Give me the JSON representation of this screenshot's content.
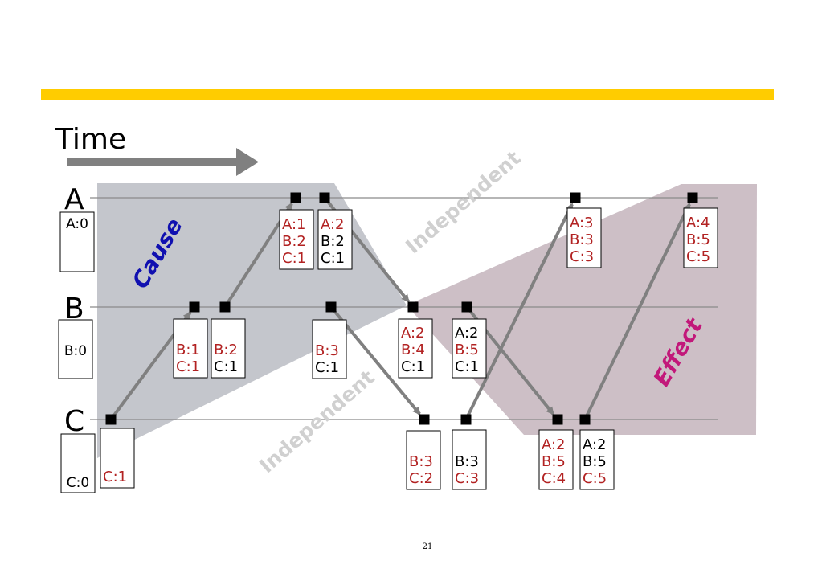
{
  "time_label": "Time",
  "process_labels": [
    "A",
    "B",
    "C"
  ],
  "region_labels": {
    "cause": "Cause",
    "effect": "Effect",
    "independent_top": "Independent",
    "independent_bottom": "Independent"
  },
  "colors": {
    "accent_bar": "#FFCC00",
    "highlight_text": "#B22222",
    "normal_text": "#000000",
    "cause_label": "#1010B0",
    "effect_label": "#C2187A",
    "independent_label": "#D0D0D0",
    "cause_region": "#C4C6CC",
    "effect_region": "#CDBFC6",
    "arrow": "#808080"
  },
  "initial_states": {
    "A": "A:0",
    "B": "B:0",
    "C": "C:0"
  },
  "event_clocks": [
    {
      "id": "c1",
      "lines": [
        {
          "text": "C:1",
          "highlight": true
        }
      ]
    },
    {
      "id": "b1",
      "lines": [
        {
          "text": "B:1",
          "highlight": true
        },
        {
          "text": "C:1",
          "highlight": true
        }
      ]
    },
    {
      "id": "b2",
      "lines": [
        {
          "text": "B:2",
          "highlight": true
        },
        {
          "text": "C:1",
          "highlight": false
        }
      ]
    },
    {
      "id": "a1",
      "lines": [
        {
          "text": "A:1",
          "highlight": true
        },
        {
          "text": "B:2",
          "highlight": true
        },
        {
          "text": "C:1",
          "highlight": true
        }
      ]
    },
    {
      "id": "a2",
      "lines": [
        {
          "text": "A:2",
          "highlight": true
        },
        {
          "text": "B:2",
          "highlight": false
        },
        {
          "text": "C:1",
          "highlight": false
        }
      ]
    },
    {
      "id": "b3",
      "lines": [
        {
          "text": "B:3",
          "highlight": true
        },
        {
          "text": "C:1",
          "highlight": false
        }
      ]
    },
    {
      "id": "b4",
      "lines": [
        {
          "text": "A:2",
          "highlight": true
        },
        {
          "text": "B:4",
          "highlight": true
        },
        {
          "text": "C:1",
          "highlight": false
        }
      ]
    },
    {
      "id": "b5",
      "lines": [
        {
          "text": "A:2",
          "highlight": false
        },
        {
          "text": "B:5",
          "highlight": true
        },
        {
          "text": "C:1",
          "highlight": false
        }
      ]
    },
    {
      "id": "c2",
      "lines": [
        {
          "text": "B:3",
          "highlight": true
        },
        {
          "text": "C:2",
          "highlight": true
        }
      ]
    },
    {
      "id": "c3",
      "lines": [
        {
          "text": "B:3",
          "highlight": false
        },
        {
          "text": "C:3",
          "highlight": true
        }
      ]
    },
    {
      "id": "c4",
      "lines": [
        {
          "text": "A:2",
          "highlight": true
        },
        {
          "text": "B:5",
          "highlight": true
        },
        {
          "text": "C:4",
          "highlight": true
        }
      ]
    },
    {
      "id": "c5",
      "lines": [
        {
          "text": "A:2",
          "highlight": false
        },
        {
          "text": "B:5",
          "highlight": false
        },
        {
          "text": "C:5",
          "highlight": true
        }
      ]
    },
    {
      "id": "a3",
      "lines": [
        {
          "text": "A:3",
          "highlight": true
        },
        {
          "text": "B:3",
          "highlight": true
        },
        {
          "text": "C:3",
          "highlight": true
        }
      ]
    },
    {
      "id": "a4",
      "lines": [
        {
          "text": "A:4",
          "highlight": true
        },
        {
          "text": "B:5",
          "highlight": true
        },
        {
          "text": "C:5",
          "highlight": true
        }
      ]
    }
  ],
  "messages": [
    {
      "from": "c1",
      "to": "b1"
    },
    {
      "from": "b2",
      "to": "a1"
    },
    {
      "from": "a2",
      "to": "b4"
    },
    {
      "from": "b3",
      "to": "c2"
    },
    {
      "from": "b5",
      "to": "c4"
    },
    {
      "from": "c3",
      "to": "a3"
    },
    {
      "from": "c5",
      "to": "a4"
    }
  ],
  "page_number": "21"
}
